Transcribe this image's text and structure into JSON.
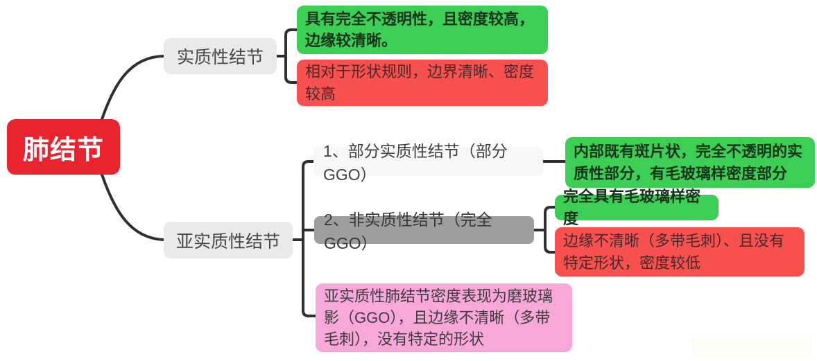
{
  "mindmap": {
    "root": {
      "label": "肺结节"
    },
    "solid_branch": {
      "label": "实质性结节",
      "green_note": "具有完全不透明性，且密度较高，边缘较清晰。",
      "red_note": "相对于形状规则，边界清晰、密度较高"
    },
    "sub_branch": {
      "label": "亚实质性结节",
      "partial_solid": {
        "label": "1、部分实质性结节（部分GGO）",
        "green_note": "内部既有斑片状，完全不透明的实质性部分，有毛玻璃样密度部分"
      },
      "non_solid": {
        "label": "2、非实质性结节（完全GGO）",
        "green_note": "完全具有毛玻璃样密度",
        "red_note": "边缘不清晰（多带毛刺）、且没有特定形状，密度较低"
      },
      "pink_note": "亚实质性肺结节密度表现为磨玻璃影（GGO），且边缘不清晰（多带毛刺），没有特定的形状"
    },
    "colors": {
      "root_bg": "#E8252E",
      "branch_bg": "#EAEAEA",
      "subtopic_light_bg": "#F7F7F7",
      "subtopic_gray_bg": "#9E9E9E",
      "green_bg": "#3CCE55",
      "red_bg": "#F7504F",
      "pink_bg": "#F7A8D9",
      "connector": "#2F2F2F"
    }
  }
}
